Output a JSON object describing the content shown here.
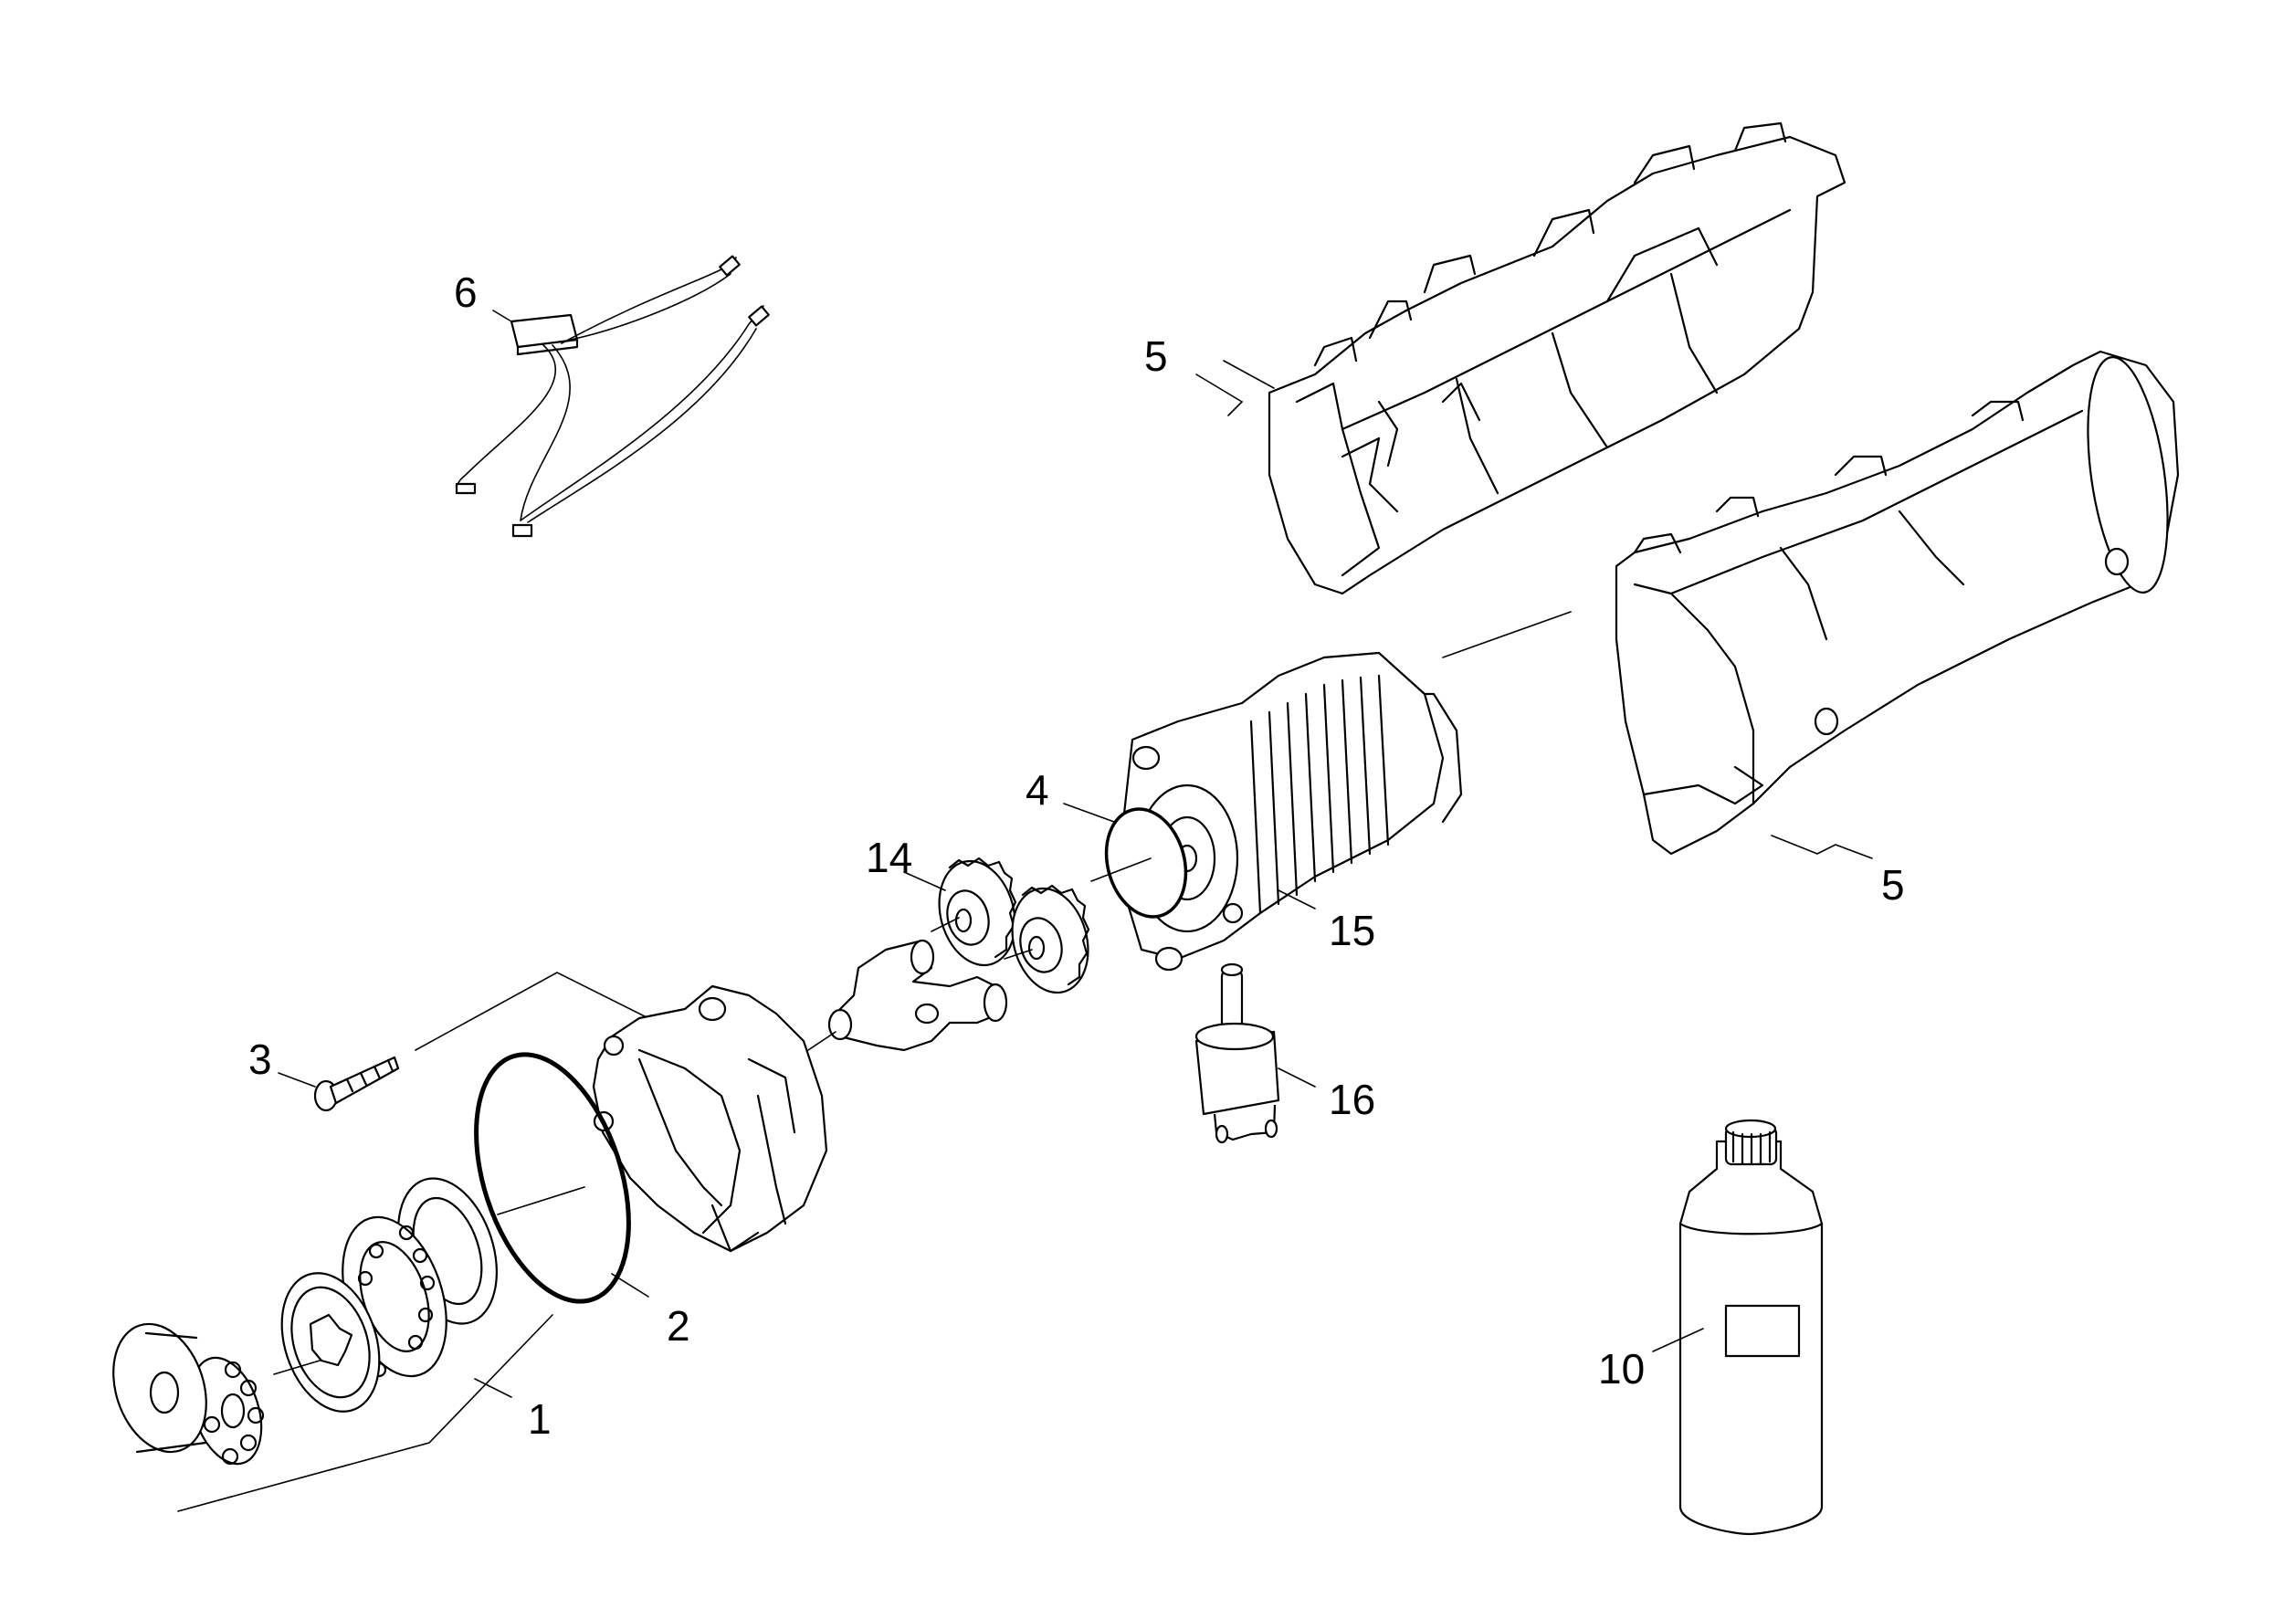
{
  "parts": {
    "p1": "1",
    "p2": "2",
    "p3": "3",
    "p4": "4",
    "p5_top": "5",
    "p5_bottom": "5",
    "p6": "6",
    "p10": "10",
    "p14": "14",
    "p15": "15",
    "p16": "16"
  }
}
